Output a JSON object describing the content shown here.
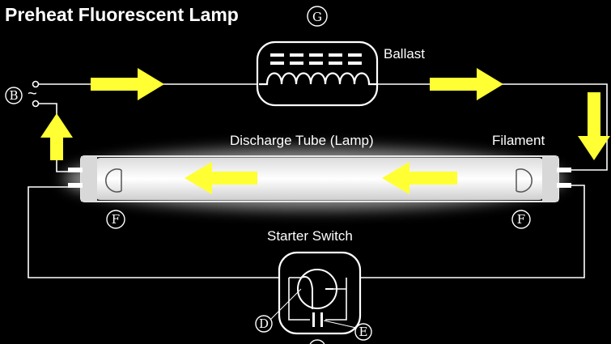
{
  "title": "Preheat Fluorescent Lamp",
  "labels": {
    "ballast": "Ballast",
    "tube": "Discharge Tube (Lamp)",
    "filament": "Filament",
    "starter": "Starter Switch"
  },
  "markers": {
    "ballast": "G",
    "source": "B",
    "filament_left": "F",
    "filament_right": "F",
    "starter_d": "D",
    "starter_e": "E"
  },
  "source_symbol": "~",
  "colors": {
    "background": "#000000",
    "wire": "#ffffff",
    "arrow": "#ffff33",
    "glow": "#ffffff"
  }
}
